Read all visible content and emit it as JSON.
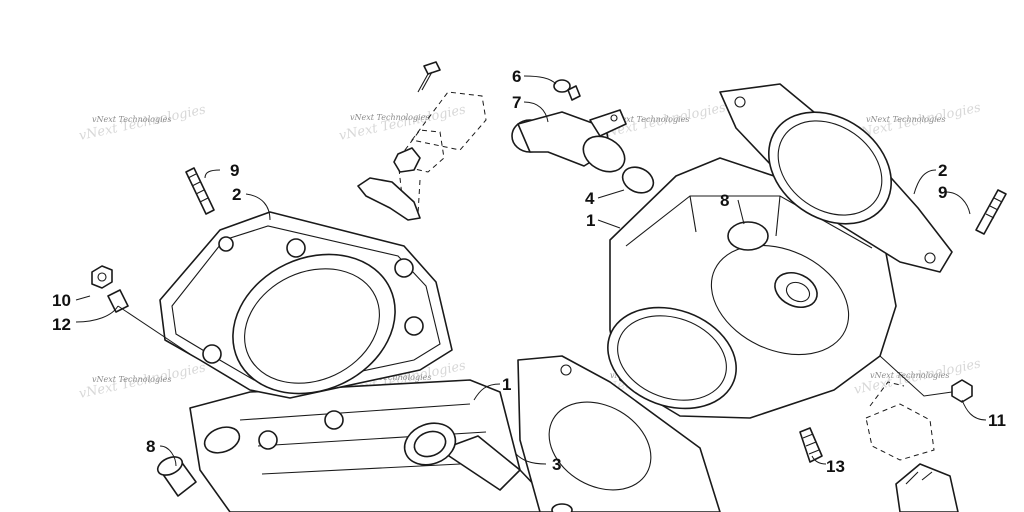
{
  "watermark": "vNext Technologies",
  "callouts": {
    "left": {
      "c9": "9",
      "c2": "2",
      "c10": "10",
      "c12": "12",
      "c1": "1",
      "c8": "8",
      "c3": "3"
    },
    "right": {
      "c6": "6",
      "c7": "7",
      "c4": "4",
      "c1": "1",
      "c8": "8",
      "c2": "2",
      "c9": "9",
      "c11": "11",
      "c13": "13"
    }
  }
}
